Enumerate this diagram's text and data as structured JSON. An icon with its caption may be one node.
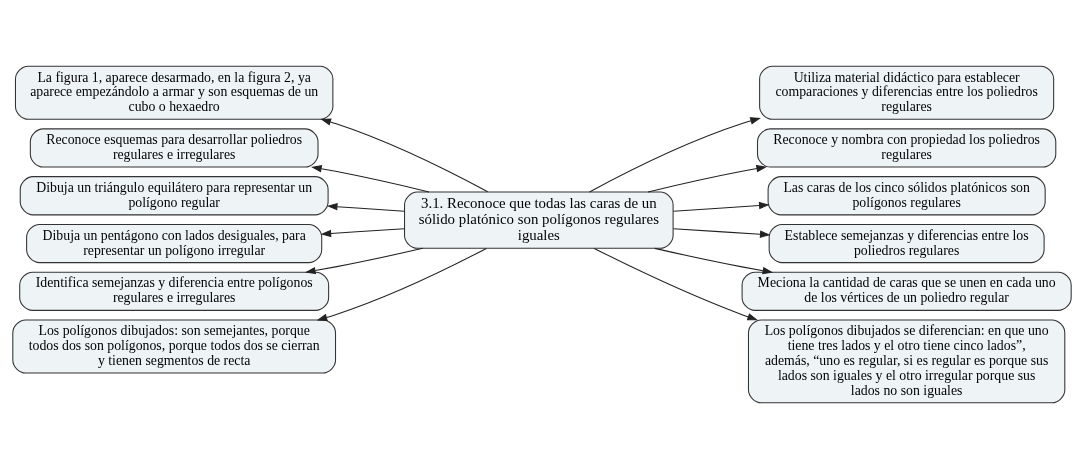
{
  "diagram": {
    "nodes": [
      {
        "text": [
          "3.1. Reconoce que todas las caras de un sólido platónico son polígonos regulares iguales"
        ]
      },
      {
        "text": [
          "La figura 1, aparece desarmado, en la figura 2, ya aparece empezándolo a armar y son esquemas de un cubo o hexaedro"
        ]
      },
      {
        "text": [
          "Utiliza material didáctico para establecer comparaciones y diferencias entre los poliedros regulares"
        ]
      },
      {
        "text": [
          "Reconoce esquemas para desarrollar poliedros regulares e irregulares"
        ]
      },
      {
        "text": [
          "Reconoce y nombra con propiedad los poliedros regulares"
        ]
      },
      {
        "text": [
          "Dibuja un triángulo equilátero para representar un polígono regular"
        ]
      },
      {
        "text": [
          "Las caras de los cinco sólidos platónicos son polígonos regulares"
        ]
      },
      {
        "text": [
          "Dibuja un pentágono con lados desiguales, para representar un polígono irregular"
        ]
      },
      {
        "text": [
          "Establece semejanzas y diferencias entre los poliedros regulares"
        ]
      },
      {
        "text": [
          "Identifica semejanzas y diferencia entre polígonos regulares e irregulares"
        ]
      },
      {
        "text": [
          "Meciona la cantidad de caras que se unen en cada uno de los vértices de un poliedro regular"
        ]
      },
      {
        "text": [
          "Los polígonos dibujados: son semejantes, porque todos dos son polígonos, porque todos dos se cierran y tienen segmentos de recta"
        ]
      },
      {
        "text": [
          "Los polígonos dibujados se diferencian: en que uno tiene tres lados y el otro tiene cinco lados”, además, “uno es regular, si es regular es porque sus lados son iguales y el otro irregular porque sus lados no son iguales"
        ]
      }
    ],
    "edges": [
      {
        "from": 0,
        "to": 1,
        "arrow": "to"
      },
      {
        "from": 0,
        "to": 2,
        "arrow": "to"
      },
      {
        "from": 0,
        "to": 3,
        "arrow": "to"
      },
      {
        "from": 0,
        "to": 4,
        "arrow": "to"
      },
      {
        "from": 0,
        "to": 5,
        "arrow": "to"
      },
      {
        "from": 0,
        "to": 6,
        "arrow": "to"
      },
      {
        "from": 0,
        "to": 7,
        "arrow": "to"
      },
      {
        "from": 0,
        "to": 8,
        "arrow": "to"
      },
      {
        "from": 0,
        "to": 9,
        "arrow": "to"
      },
      {
        "from": 0,
        "to": 10,
        "arrow": "to"
      },
      {
        "from": 0,
        "to": 11,
        "arrow": "to"
      },
      {
        "from": 0,
        "to": 12,
        "arrow": "to"
      }
    ]
  }
}
